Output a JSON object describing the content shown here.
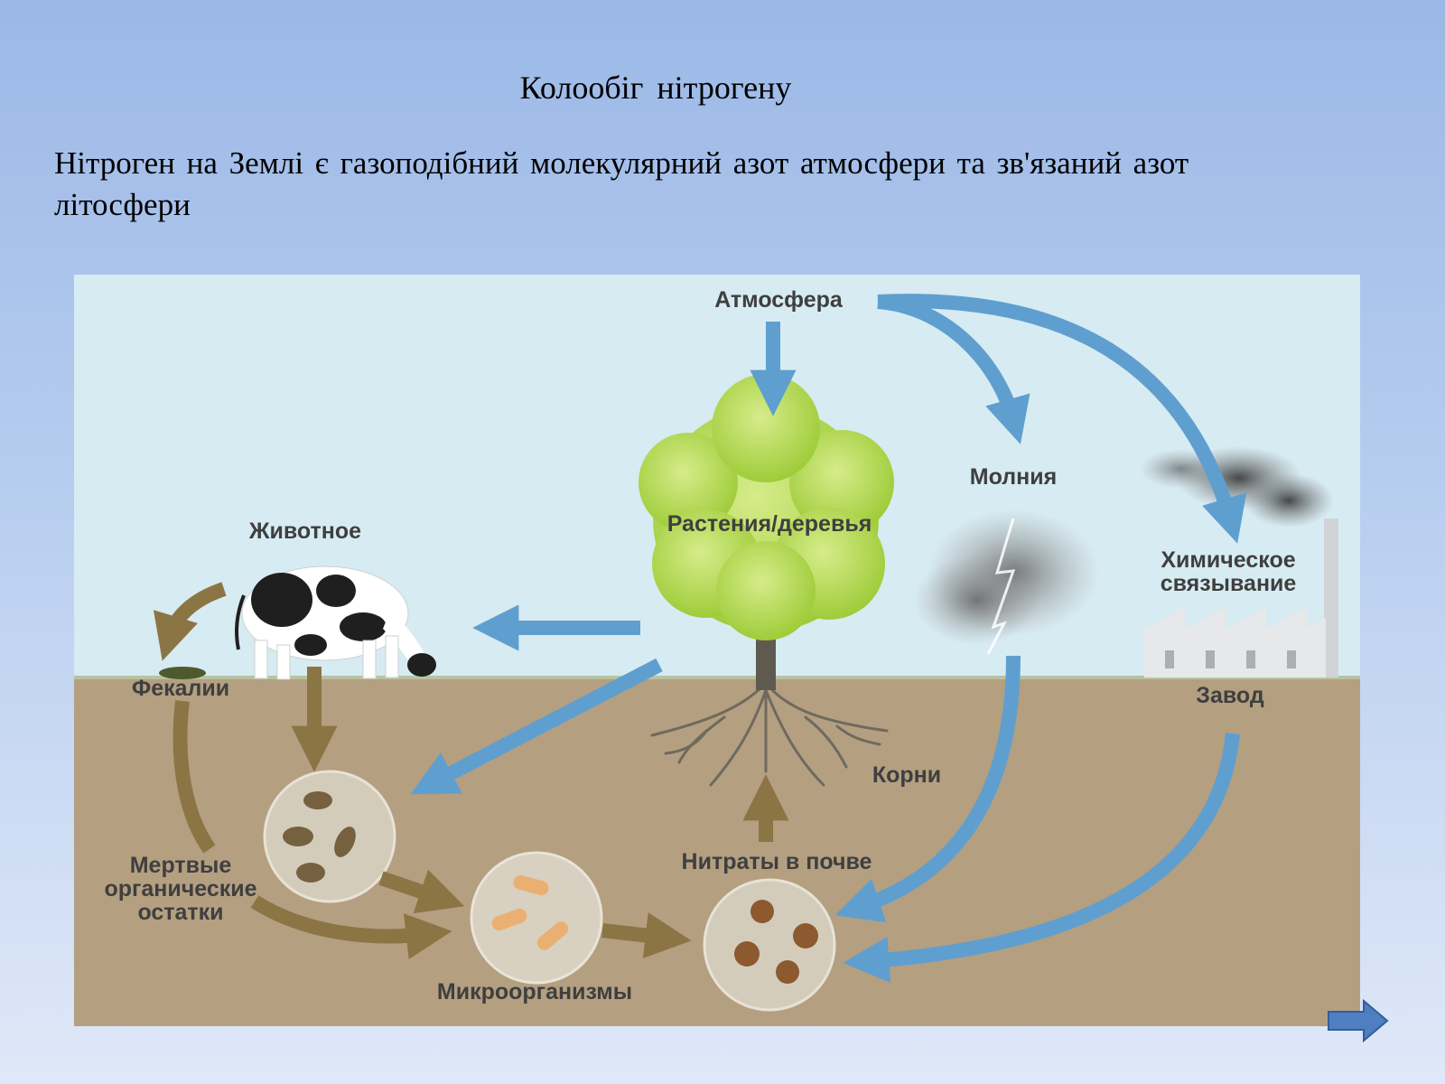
{
  "slide": {
    "title": "Колообіг нітрогену",
    "text": "Нітроген на Землі є газоподібний молекулярний азот атмосфери та зв'язаний азот літосфери"
  },
  "diagram": {
    "labels": {
      "atmosphere": "Атмосфера",
      "plants": "Растения/деревья",
      "lightning": "Молния",
      "chemical": [
        "Химическое",
        "связывание"
      ],
      "factory": "Завод",
      "animal": "Животное",
      "feces": "Фекалии",
      "roots": "Корни",
      "nitrates": "Нитраты в почве",
      "dead": [
        "Мертвые",
        "органические",
        "остатки"
      ],
      "microbes": "Микроорганизмы"
    },
    "colors": {
      "sky": "#d7ebf2",
      "soil": "#b49f81",
      "blue_arrow": "#5f9fcf",
      "brown_arrow": "#8c7545",
      "tree": "#b9dc59"
    }
  },
  "navigation": {
    "next_icon": "arrow-right-icon"
  }
}
